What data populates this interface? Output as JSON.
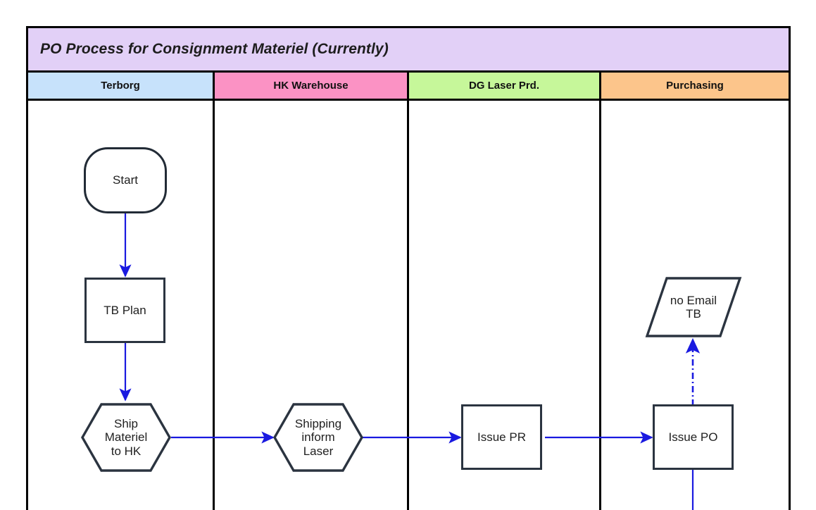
{
  "diagram": {
    "title": "PO Process for Consignment Materiel (Currently)",
    "title_band_color": "#e2d0f7",
    "border_color": "#000000",
    "connector_color": "#1a1ae0",
    "shape_stroke_color": "#2b3440"
  },
  "lanes": [
    {
      "label": "Terborg",
      "color": "#c7e2fb"
    },
    {
      "label": "HK Warehouse",
      "color": "#fb92c4"
    },
    {
      "label": "DG Laser Prd.",
      "color": "#c6f79a"
    },
    {
      "label": "Purchasing",
      "color": "#fcc58b"
    }
  ],
  "nodes": {
    "start": {
      "label": "Start",
      "shape": "rounded-rectangle",
      "lane": "Terborg"
    },
    "tb_plan": {
      "label": "TB Plan",
      "shape": "rectangle",
      "lane": "Terborg"
    },
    "ship_materiel": {
      "label": "Ship\nMateriel\nto HK",
      "shape": "hexagon",
      "lane": "Terborg"
    },
    "shipping_inform": {
      "label": "Shipping\ninform\nLaser",
      "shape": "hexagon",
      "lane": "HK Warehouse"
    },
    "issue_pr": {
      "label": "Issue PR",
      "shape": "rectangle",
      "lane": "DG Laser Prd."
    },
    "issue_po": {
      "label": "Issue PO",
      "shape": "rectangle",
      "lane": "Purchasing"
    },
    "no_email_tb": {
      "label": "no Email\nTB",
      "shape": "parallelogram",
      "lane": "Purchasing"
    }
  },
  "connectors": [
    {
      "from": "start",
      "to": "tb_plan",
      "style": "solid",
      "direction": "down"
    },
    {
      "from": "tb_plan",
      "to": "ship_materiel",
      "style": "solid",
      "direction": "down"
    },
    {
      "from": "ship_materiel",
      "to": "shipping_inform",
      "style": "solid",
      "direction": "right"
    },
    {
      "from": "shipping_inform",
      "to": "issue_pr",
      "style": "solid",
      "direction": "right"
    },
    {
      "from": "issue_pr",
      "to": "issue_po",
      "style": "solid",
      "direction": "right"
    },
    {
      "from": "issue_po",
      "to": "no_email_tb",
      "style": "dash-dot",
      "direction": "up"
    },
    {
      "from": "issue_po",
      "to": "below",
      "style": "solid",
      "direction": "down"
    }
  ]
}
